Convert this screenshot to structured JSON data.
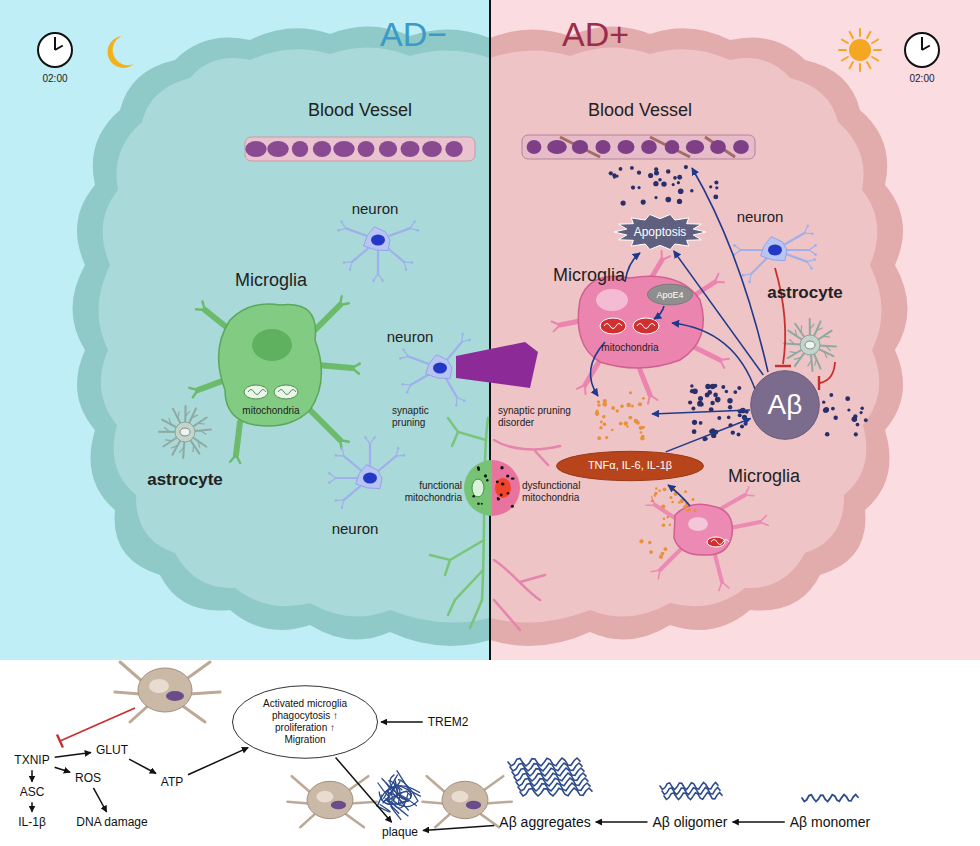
{
  "diagram": {
    "nodes": [
      {
        "text": [
          "AD−"
        ]
      },
      {
        "text": [
          "AD+"
        ]
      },
      {
        "text": [
          "Apoptosis"
        ],
        "in": 1
      },
      {
        "text": [
          "ApoE4"
        ],
        "in": 1
      },
      {
        "text": [
          "Aβ"
        ],
        "in": 1
      },
      {
        "text": [
          "TNFα, IL-6, IL-1β"
        ],
        "in": 1
      },
      {
        "text": [
          "Activated microglia phagocytosis ↑ proliferation ↑ Migration"
        ]
      },
      {
        "text": [
          "TREM2"
        ]
      },
      {
        "text": [
          "TXNIP"
        ]
      },
      {
        "text": [
          "GLUT"
        ]
      },
      {
        "text": [
          "ROS"
        ]
      },
      {
        "text": [
          "ATP"
        ]
      },
      {
        "text": [
          "ASC"
        ]
      },
      {
        "text": [
          "IL-1β"
        ]
      },
      {
        "text": [
          "DNA damage"
        ]
      },
      {
        "text": [
          "plaque"
        ]
      },
      {
        "text": [
          "Aβ aggregates"
        ]
      },
      {
        "text": [
          "Aβ oligomer"
        ]
      },
      {
        "text": [
          "Aβ monomer"
        ]
      }
    ],
    "edges": [
      {
        "from": 4,
        "to": 2,
        "arrow": "to"
      },
      {
        "from": 5,
        "to": 4,
        "arrow": "to"
      },
      {
        "from": 8,
        "to": 9,
        "arrow": "to"
      },
      {
        "from": 8,
        "to": 10,
        "arrow": "to"
      },
      {
        "from": 8,
        "to": 12,
        "arrow": "to"
      },
      {
        "from": 12,
        "to": 13,
        "arrow": "to"
      },
      {
        "from": 10,
        "to": 14,
        "arrow": "to"
      },
      {
        "from": 9,
        "to": 11,
        "arrow": "to"
      },
      {
        "from": 11,
        "to": 6,
        "arrow": "to"
      },
      {
        "from": 7,
        "to": 6,
        "arrow": "to"
      },
      {
        "from": 6,
        "to": 15,
        "arrow": "to"
      },
      {
        "from": 16,
        "to": 15,
        "arrow": "to"
      },
      {
        "from": 17,
        "to": 16,
        "arrow": "to"
      },
      {
        "from": 18,
        "to": 17,
        "arrow": "to"
      }
    ],
    "labels": [
      "02:00",
      "02:00",
      "Blood Vessel",
      "Blood Vessel",
      "neuron",
      "Microglia",
      "mitochondria",
      "neuron",
      "astrocyte",
      "neuron",
      "synaptic pruning",
      "functional mitochondria",
      "synaptic pruning disorder",
      "dysfunctional mitochondria",
      "Microglia",
      "mitochondria",
      "neuron",
      "astrocyte",
      "Microglia"
    ]
  }
}
